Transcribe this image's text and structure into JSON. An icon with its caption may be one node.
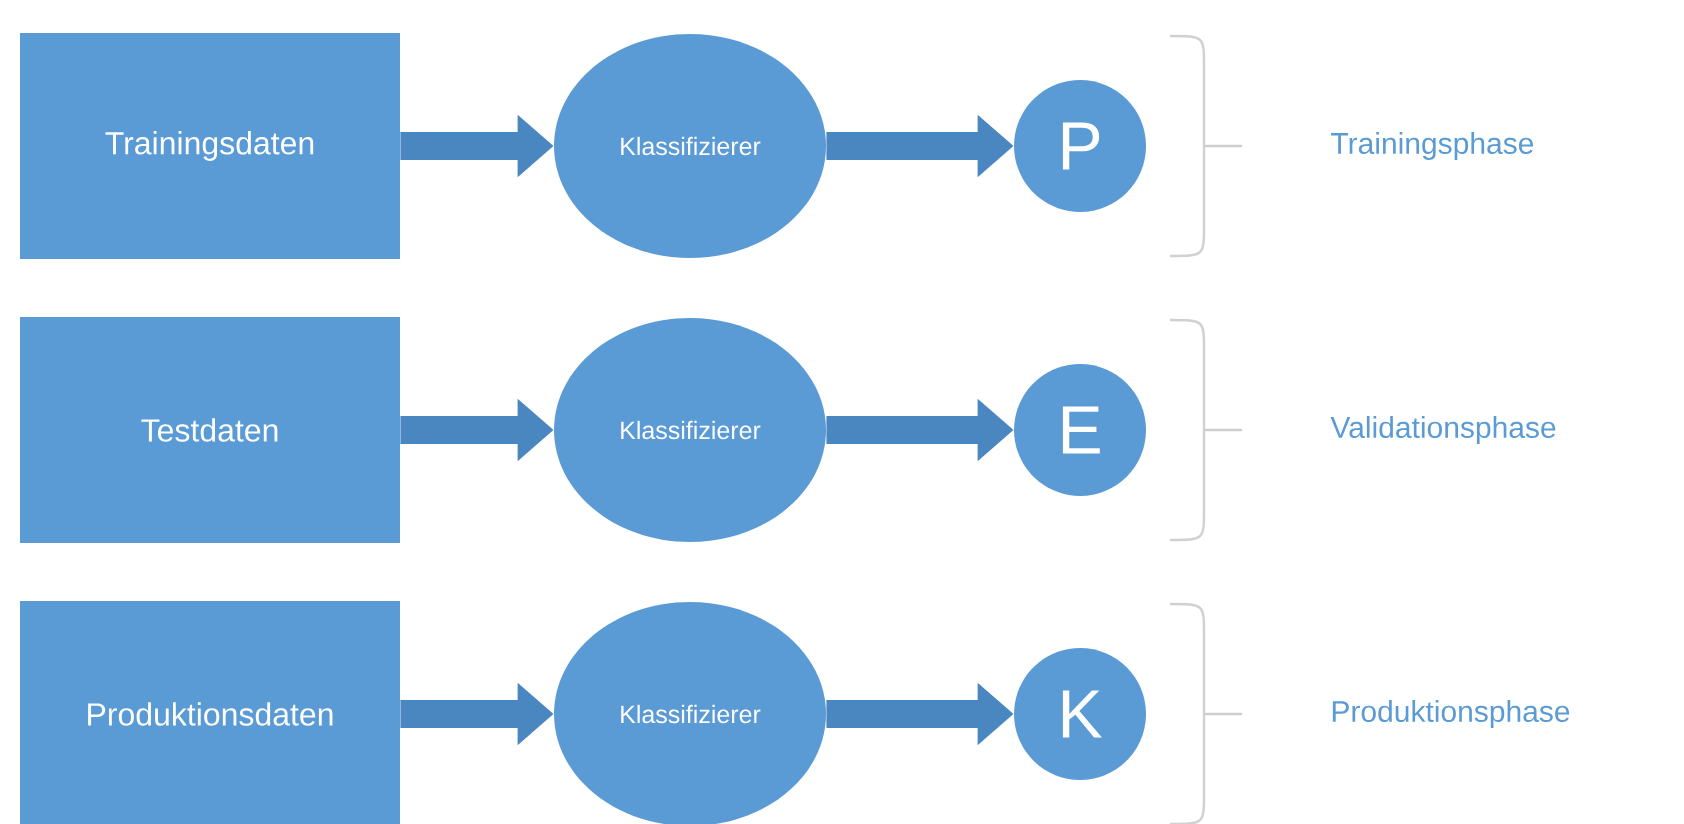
{
  "diagram": {
    "nodes": [
      {
        "text": [
          "Trainingsdaten"
        ]
      },
      {
        "text": [
          "Klassifizierer"
        ]
      },
      {
        "text": [
          "P"
        ]
      },
      {
        "text": [
          "Testdaten"
        ]
      },
      {
        "text": [
          "Klassifizierer"
        ]
      },
      {
        "text": [
          "E"
        ]
      },
      {
        "text": [
          "Produktionsdaten"
        ]
      },
      {
        "text": [
          "Klassifizierer"
        ]
      },
      {
        "text": [
          "K"
        ]
      }
    ],
    "edges": [
      {
        "from": 0,
        "to": 1,
        "arrow": "to"
      },
      {
        "from": 1,
        "to": 2,
        "arrow": "to"
      },
      {
        "from": 3,
        "to": 4,
        "arrow": "to"
      },
      {
        "from": 4,
        "to": 5,
        "arrow": "to"
      },
      {
        "from": 6,
        "to": 7,
        "arrow": "to"
      },
      {
        "from": 7,
        "to": 8,
        "arrow": "to"
      }
    ],
    "labels": [
      "Trainingsphase",
      "Validationsphase",
      "Produktionsphase"
    ]
  }
}
